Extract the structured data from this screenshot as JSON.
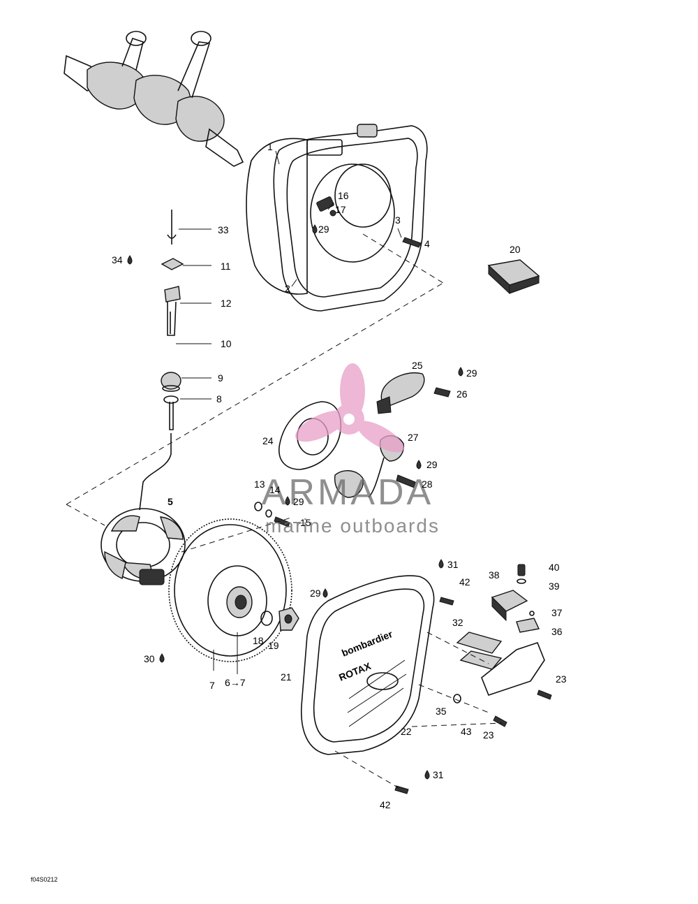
{
  "diagram": {
    "watermark": {
      "title": "ARMADA",
      "subtitle": "marine outboards",
      "logo_color": "#e8a0c8",
      "text_color": "#6a6a6a"
    },
    "reference_code": "f04S0212",
    "callouts": [
      {
        "key": "c1",
        "text": "1"
      },
      {
        "key": "c2",
        "text": "2"
      },
      {
        "key": "c3",
        "text": "3"
      },
      {
        "key": "c4",
        "text": "4"
      },
      {
        "key": "c5",
        "text": "5"
      },
      {
        "key": "c7",
        "text": "7"
      },
      {
        "key": "c67",
        "text": "6→7"
      },
      {
        "key": "c8",
        "text": "8"
      },
      {
        "key": "c9",
        "text": "9"
      },
      {
        "key": "c10",
        "text": "10"
      },
      {
        "key": "c11",
        "text": "11"
      },
      {
        "key": "c12",
        "text": "12"
      },
      {
        "key": "c13",
        "text": "13"
      },
      {
        "key": "c14",
        "text": "14"
      },
      {
        "key": "c15",
        "text": "15"
      },
      {
        "key": "c16",
        "text": "16"
      },
      {
        "key": "c17",
        "text": "17"
      },
      {
        "key": "c18",
        "text": "18"
      },
      {
        "key": "c19",
        "text": "19"
      },
      {
        "key": "c20",
        "text": "20"
      },
      {
        "key": "c21",
        "text": "21"
      },
      {
        "key": "c22",
        "text": "22"
      },
      {
        "key": "c23a",
        "text": "23"
      },
      {
        "key": "c23b",
        "text": "23"
      },
      {
        "key": "c24",
        "text": "24"
      },
      {
        "key": "c25",
        "text": "25"
      },
      {
        "key": "c26",
        "text": "26"
      },
      {
        "key": "c27",
        "text": "27"
      },
      {
        "key": "c28",
        "text": "28"
      },
      {
        "key": "c29a",
        "text": "29"
      },
      {
        "key": "c29b",
        "text": "29"
      },
      {
        "key": "c29c",
        "text": "29"
      },
      {
        "key": "c29d",
        "text": "29"
      },
      {
        "key": "c29e",
        "text": "29"
      },
      {
        "key": "c30",
        "text": "30"
      },
      {
        "key": "c31a",
        "text": "31"
      },
      {
        "key": "c31b",
        "text": "31"
      },
      {
        "key": "c32",
        "text": "32"
      },
      {
        "key": "c33",
        "text": "33"
      },
      {
        "key": "c34",
        "text": "34"
      },
      {
        "key": "c35",
        "text": "35"
      },
      {
        "key": "c36",
        "text": "36"
      },
      {
        "key": "c37",
        "text": "37"
      },
      {
        "key": "c38",
        "text": "38"
      },
      {
        "key": "c39",
        "text": "39"
      },
      {
        "key": "c40",
        "text": "40"
      },
      {
        "key": "c42a",
        "text": "42"
      },
      {
        "key": "c42b",
        "text": "42"
      },
      {
        "key": "c43",
        "text": "43"
      }
    ],
    "cover_lettering": [
      "bombardier",
      "ROTAX"
    ]
  }
}
